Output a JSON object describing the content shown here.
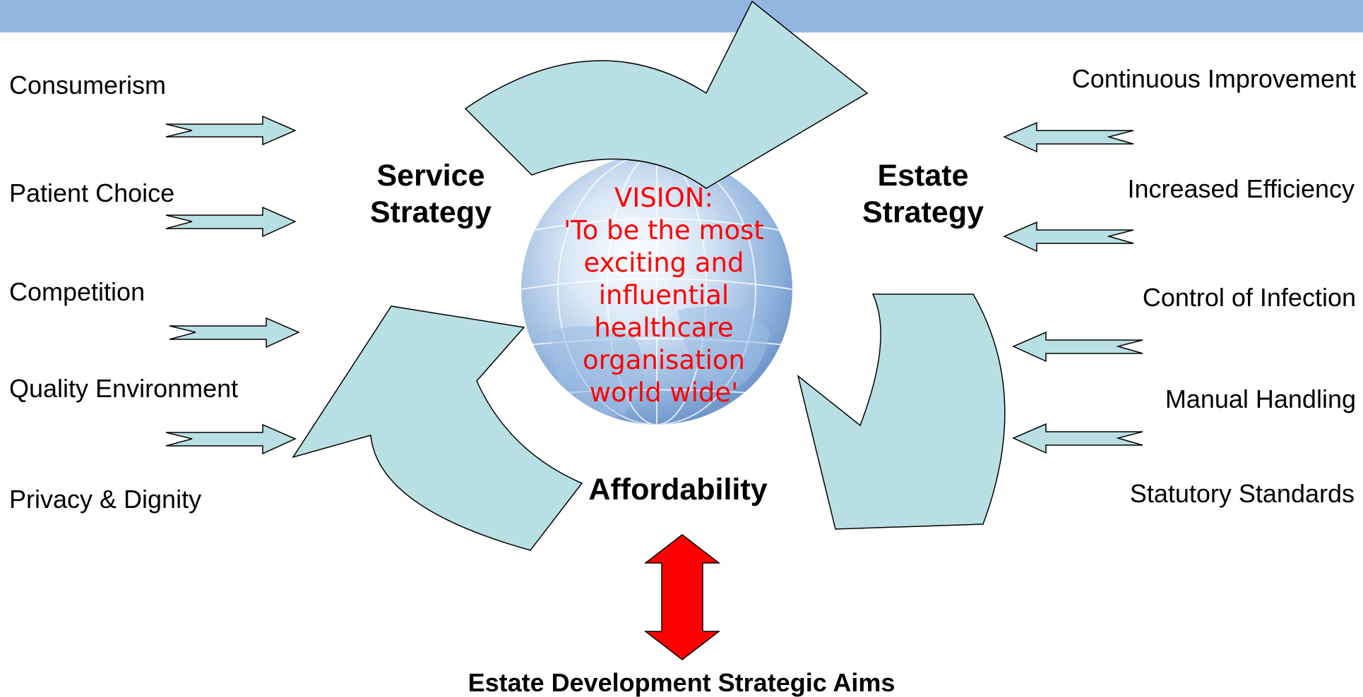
{
  "left_drivers": [
    "Consumerism",
    "Patient Choice",
    "Competition",
    "Quality Environment",
    "Privacy & Dignity"
  ],
  "right_drivers": [
    "Continuous Improvement",
    "Increased Efficiency",
    "Control of Infection",
    "Manual Handling",
    "Statutory Standards"
  ],
  "service_strategy": [
    "Service",
    "Strategy"
  ],
  "estate_strategy": [
    "Estate",
    "Strategy"
  ],
  "affordability": "Affordability",
  "vision": [
    "VISION:",
    "'To be the most",
    "exciting and",
    "influential",
    "healthcare",
    "organisation",
    "world wide'"
  ],
  "strategic_aims": "Estate Development Strategic Aims",
  "colors": {
    "header_bar": "#93b6e0",
    "arrow_fill": "#b8dfe4",
    "vision_text": "#ff0000",
    "double_arrow": "#ff0000"
  }
}
